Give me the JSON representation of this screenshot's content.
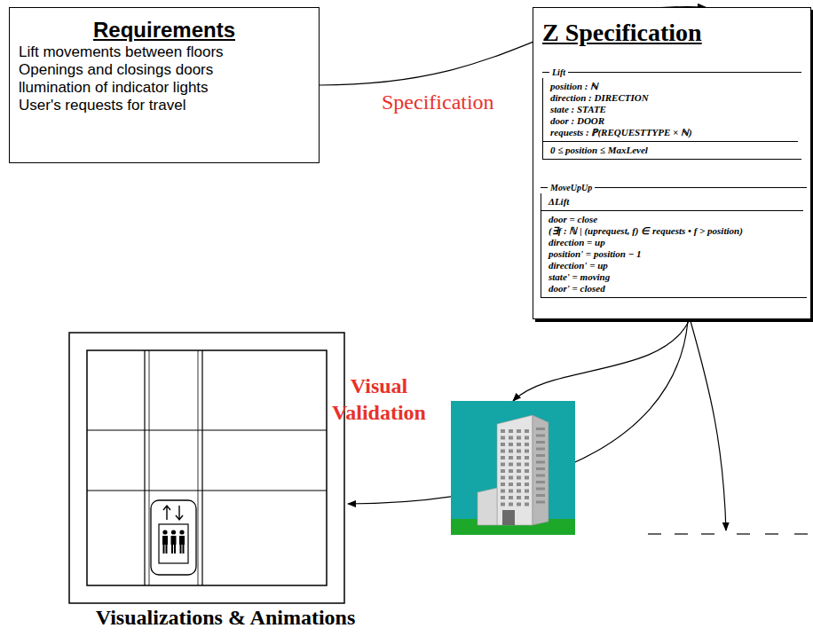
{
  "diagram": {
    "nodes": [
      {
        "text": [
          "Requirements",
          "Lift movements between floors",
          "Openings and closings doors",
          "llumination of indicator lights",
          "User's requests for travel"
        ]
      },
      {
        "text": [
          "Z Specification"
        ]
      },
      {
        "text": [
          "Lift",
          "position : ℕ",
          "direction : DIRECTION",
          "state : STATE",
          "door : DOOR",
          "requests : ℙ(REQUESTTYPE × ℕ)",
          "0 ≤ position ≤ MaxLevel"
        ],
        "in": 1
      },
      {
        "text": [
          "MoveUpUp",
          "ΔLift",
          "door = close",
          "(∃f : ℕ | (uprequest, f) ∈ requests • f > position)",
          "direction = up",
          "position' = position − 1",
          "direction' = up",
          "state' = moving",
          "door' = closed"
        ],
        "in": 1
      }
    ],
    "edges": [
      {
        "from": 0,
        "to": 1,
        "label": "Specification",
        "arrow": "to"
      }
    ],
    "labels": [
      "Visual Validation",
      "Visualizations & Animations"
    ]
  }
}
